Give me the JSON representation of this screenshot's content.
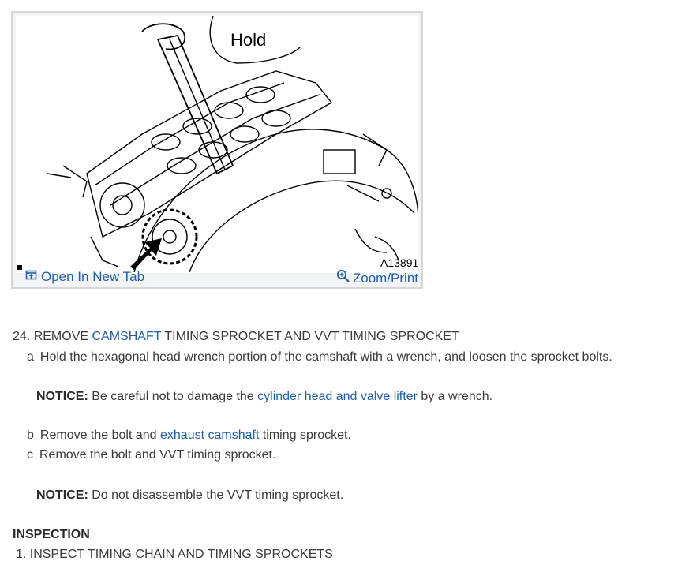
{
  "figure": {
    "hold_label": "Hold",
    "code": "A13891",
    "open_tab_label": "Open In New Tab",
    "zoom_label": "Zoom/Print",
    "icons": {
      "open_tab": "open-new-tab-icon",
      "zoom": "zoom-icon"
    }
  },
  "step24": {
    "prefix": "24. REMOVE ",
    "link": "CAMSHAFT",
    "suffix": " TIMING SPROCKET AND VVT TIMING SPROCKET",
    "a_letter": "a",
    "a_text": "Hold the hexagonal head wrench portion of the camshaft with a wrench, and loosen the sprocket bolts.",
    "notice1_label": "NOTICE:",
    "notice1_pre": " Be careful not to damage the ",
    "notice1_link": "cylinder head and valve lifter",
    "notice1_post": " by a wrench.",
    "b_letter": "b",
    "b_pre": "Remove the bolt and ",
    "b_link": "exhaust camshaft",
    "b_post": " timing sprocket.",
    "c_letter": "c",
    "c_text": "Remove the bolt and VVT timing sprocket.",
    "notice2_label": "NOTICE:",
    "notice2_text": " Do not disassemble the VVT timing sprocket."
  },
  "inspection": {
    "heading": "INSPECTION",
    "item1": "1. INSPECT TIMING CHAIN AND TIMING SPROCKETS"
  },
  "colors": {
    "link": "#1f5fa8",
    "text": "#3a3a3a",
    "frame": "#d6d6d6"
  }
}
